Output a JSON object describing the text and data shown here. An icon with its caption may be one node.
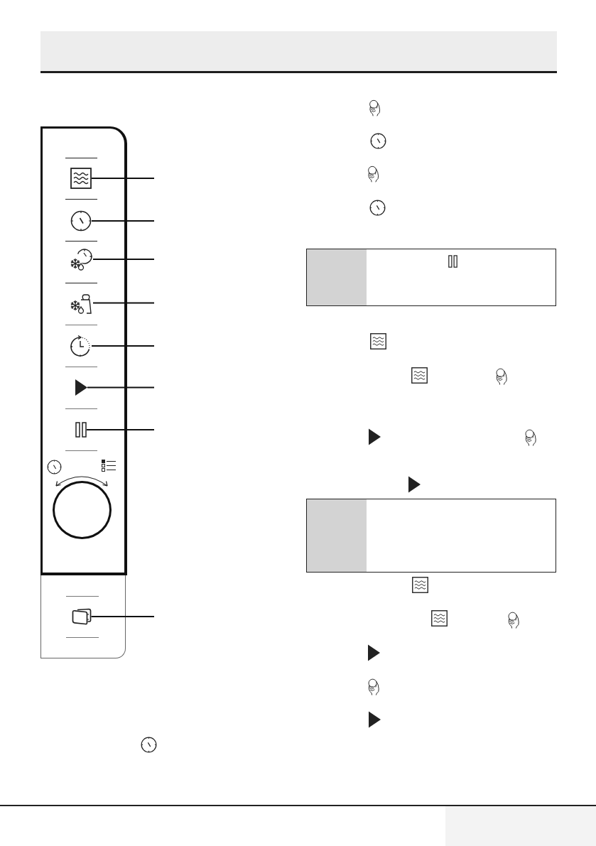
{
  "diagram": {
    "nodes": [
      {
        "text": [],
        "shape": "box"
      },
      {
        "text": [],
        "shape": "picture",
        "in": 0
      },
      {
        "text": [],
        "shape": "picture",
        "in": 0
      },
      {
        "text": [],
        "shape": "picture",
        "in": 0
      },
      {
        "text": [],
        "shape": "picture",
        "in": 0
      },
      {
        "text": [],
        "shape": "picture",
        "in": 0
      },
      {
        "text": [],
        "shape": "picture",
        "in": 0
      },
      {
        "text": [],
        "shape": "picture",
        "in": 0
      },
      {
        "text": [],
        "shape": "circle",
        "in": 0
      },
      {
        "text": [],
        "shape": "box"
      },
      {
        "text": [],
        "shape": "picture",
        "in": 9
      },
      {
        "text": [],
        "shape": "box"
      },
      {
        "text": [],
        "shape": "box"
      }
    ],
    "edges": [
      {
        "from": null,
        "to": 1,
        "arrow": "none"
      },
      {
        "from": null,
        "to": 2,
        "arrow": "none"
      },
      {
        "from": null,
        "to": 3,
        "arrow": "none"
      },
      {
        "from": null,
        "to": 4,
        "arrow": "none"
      },
      {
        "from": null,
        "to": 5,
        "arrow": "none"
      },
      {
        "from": null,
        "to": 6,
        "arrow": "none"
      },
      {
        "from": null,
        "to": 7,
        "arrow": "none"
      },
      {
        "from": null,
        "to": 10,
        "arrow": "none"
      }
    ]
  }
}
